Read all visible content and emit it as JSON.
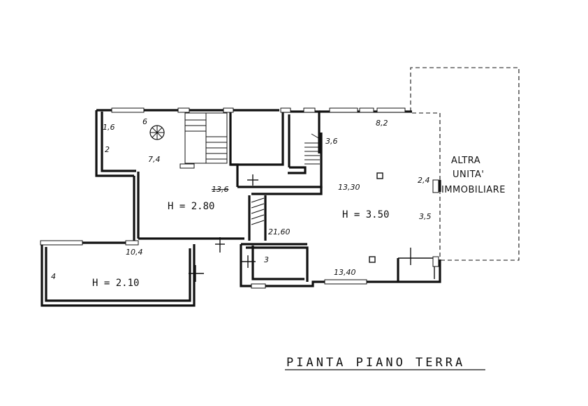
{
  "title": "PIANTA PIANO TERRA",
  "adjacent_unit": {
    "line1": "ALTRA",
    "line2": "UNITA'",
    "line3": "IMMOBILIARE"
  },
  "heights": {
    "center": "H = 2.80",
    "right": "H = 3.50",
    "left": "H = 2.10"
  },
  "dimensions": {
    "top_left_a": "1,6",
    "top_left_b": "6",
    "top_left_c": "2",
    "top_left_d": "7,4",
    "center_area": "13,6",
    "stair_right": "3,6",
    "top_right": "8,2",
    "right_area_a": "13,30",
    "right_side_a": "2,4",
    "right_side_b": "3,5",
    "middle_long": "21,60",
    "bottom_left": "10,4",
    "bottom_left_side": "4",
    "small_room": "3",
    "bottom_right": "13,40"
  }
}
